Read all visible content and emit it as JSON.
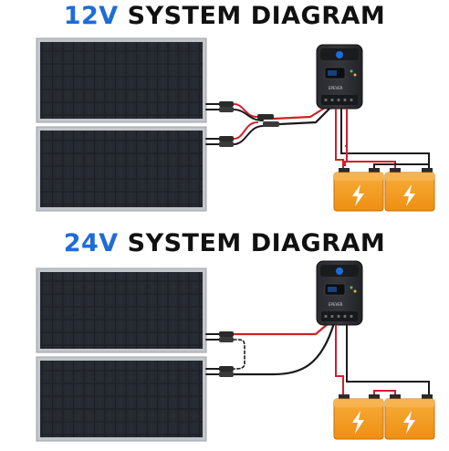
{
  "diagrams": [
    {
      "voltage": "12V",
      "rest": " SYSTEM DIAGRAM"
    },
    {
      "voltage": "24V",
      "rest": " SYSTEM DIAGRAM"
    }
  ],
  "controller_brand": "EPEVER",
  "colors": {
    "accent": "#1d6cd8",
    "panel_frame": "#b8bcc2",
    "panel_cell": "#1f2228",
    "controller_body": "#232428",
    "battery_orange": "#f39a1e",
    "wire_red": "#d0202a",
    "wire_black": "#1a1a1a",
    "lightning": "#ffffff"
  },
  "icons": [
    "solar-panel",
    "charge-controller",
    "battery-icon",
    "lightning-icon",
    "mc4-connector"
  ]
}
